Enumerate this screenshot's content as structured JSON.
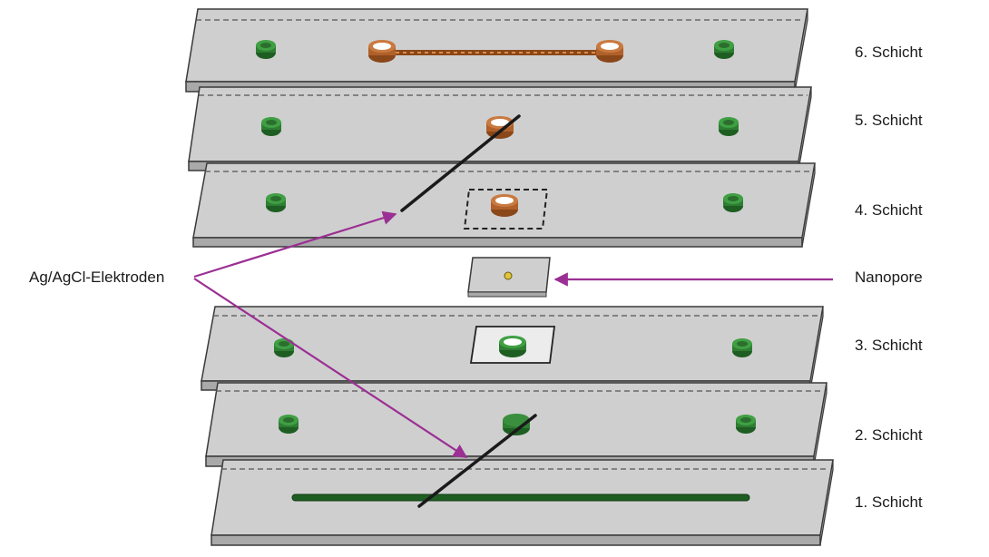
{
  "layers": [
    {
      "id": "layer-6",
      "label": "6. Schicht"
    },
    {
      "id": "layer-5",
      "label": "5. Schicht"
    },
    {
      "id": "layer-4",
      "label": "4. Schicht"
    },
    {
      "id": "layer-3",
      "label": "3. Schicht"
    },
    {
      "id": "layer-2",
      "label": "2. Schicht"
    },
    {
      "id": "layer-1",
      "label": "1. Schicht"
    }
  ],
  "callouts": {
    "electrodes": "Ag/AgCl-Elektroden",
    "nanopore": "Nanopore"
  },
  "colors": {
    "plate_top": "#cfcfcf",
    "plate_front": "#a9a9a9",
    "plate_edge": "#3a3a3a",
    "green_pin": "#2e7d32",
    "copper_ring": "#b0602a",
    "arrow": "#9b2f93",
    "wire": "#1a1a1a"
  }
}
